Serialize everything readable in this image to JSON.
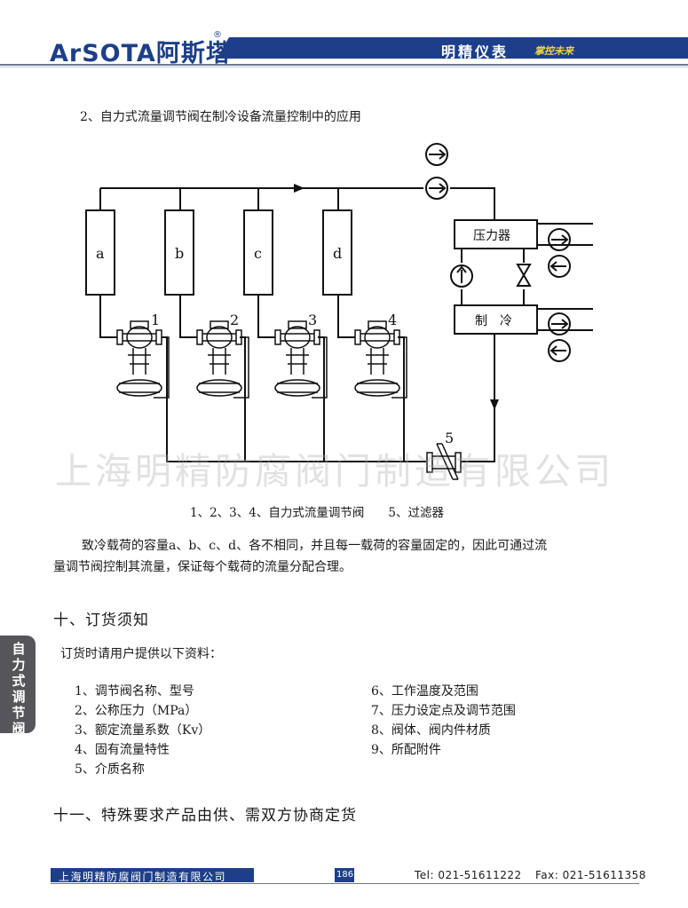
{
  "header": {
    "logo_text": "ArSOTA阿斯塔",
    "registered_mark": "®",
    "right_brand": "明精仪表",
    "slogan": "掌控未来"
  },
  "section_title": "2、自力式流量调节阀在制冷设备流量控制中的应用",
  "diagram": {
    "load_labels": [
      "a",
      "b",
      "c",
      "d"
    ],
    "valve_numbers": [
      "1",
      "2",
      "3",
      "4"
    ],
    "filter_number": "5",
    "compressor_label": "压力器",
    "refrigeration_label": "制　冷"
  },
  "watermark": "上海明精防腐阀门制造有限公司",
  "caption": "1、2、3、4、自力式流量调节阀　　5、过滤器",
  "paragraph": {
    "line1": "致冷载荷的容量a、b、c、d、各不相同，并且每一载荷的容量固定的，因此可通过流",
    "line2": "量调节阀控制其流量，保证每个载荷的流量分配合理。"
  },
  "section10": {
    "title": "十、订货须知",
    "intro": "订货时请用户提供以下资料：",
    "items_left": [
      "1、调节阀名称、型号",
      "2、公称压力（MPa）",
      "3、额定流量系数（Kv）",
      "4、固有流量特性",
      "5、介质名称"
    ],
    "items_right": [
      "6、工作温度及范围",
      "7、压力设定点及调节范围",
      "8、阀体、阀内件材质",
      "9、所配附件"
    ]
  },
  "section11": {
    "title": "十一、特殊要求产品由供、需双方协商定货"
  },
  "side_tab": {
    "chars": [
      "自",
      "力",
      "式",
      "调",
      "节",
      "阀"
    ]
  },
  "footer": {
    "company": "上海明精防腐阀门制造有限公司",
    "page_number": "186",
    "tel": "Tel: 021-51611222",
    "fax": "Fax: 021-51611358"
  },
  "colors": {
    "brand_blue": "#1d3f8a",
    "slogan_yellow": "#f3d24a",
    "side_tab_gray": "#56565a"
  }
}
